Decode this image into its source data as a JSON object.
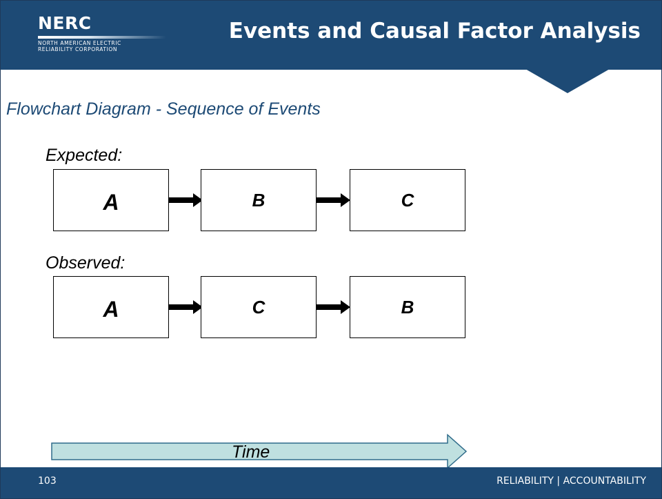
{
  "header": {
    "logo_word": "NERC",
    "logo_subtitle": "NORTH AMERICAN ELECTRIC\nRELIABILITY CORPORATION",
    "title": "Events and Causal Factor Analysis"
  },
  "subtitle": "Flowchart Diagram - Sequence of Events",
  "expected": {
    "label": "Expected:",
    "boxes": [
      "A",
      "B",
      "C"
    ]
  },
  "observed": {
    "label": "Observed:",
    "boxes": [
      "A",
      "C",
      "B"
    ]
  },
  "time_label": "Time",
  "footer": {
    "page_number": "103",
    "tagline": "RELIABILITY | ACCOUNTABILITY"
  },
  "colors": {
    "header_blue": "#1d4a75",
    "time_arrow_fill": "#bfe0e0",
    "time_arrow_stroke": "#2f6b8a"
  }
}
